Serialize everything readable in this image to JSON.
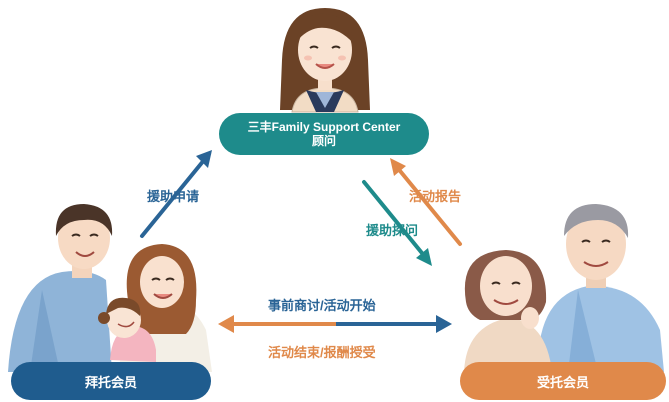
{
  "nodes": {
    "center": {
      "line1": "三丰Family Support Center",
      "line2": "顾问"
    },
    "left": {
      "label": "拜托会员"
    },
    "right": {
      "label": "受托会员"
    }
  },
  "arrows": {
    "left_to_center": "援助申请",
    "center_to_right": "援助探问",
    "right_to_center": "活动报告",
    "left_to_right": "事前商讨/活动开始",
    "right_to_left": "活动结束/报酬授受"
  },
  "colors": {
    "teal": "#1e8b8b",
    "blue": "#1f5c8e",
    "orange": "#e0894a"
  }
}
